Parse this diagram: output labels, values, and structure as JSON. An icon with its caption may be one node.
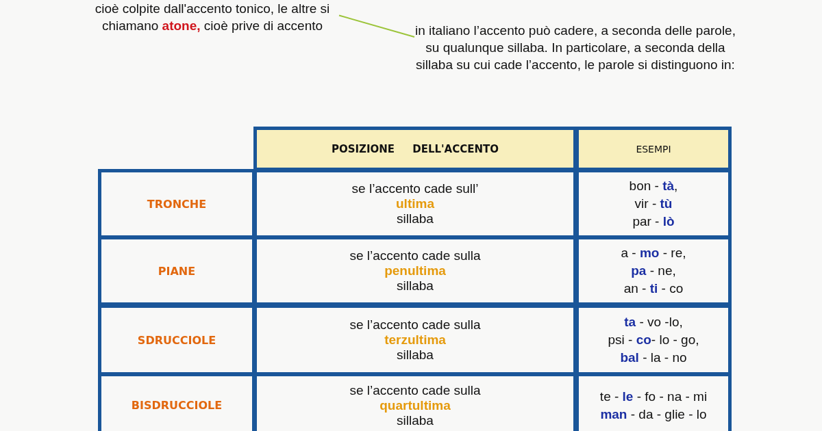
{
  "diagram": {
    "nodes": [
      {
        "text": [
          "cioè colpite dall'accento tonico, le altre si chiamano **atone,** cioè prive di accento"
        ]
      },
      {
        "text": [
          "in italiano l’accento può cadere, a seconda delle parole, su qualunque sillaba. In particolare, a seconda della sillaba su cui cade l’accento, le parole si distinguono in:"
        ]
      }
    ],
    "edges": [
      {
        "from": 0,
        "to": 1,
        "arrow": "none"
      }
    ],
    "labels": [
      "POSIZIONE     DELL'ACCENTO",
      "ESEMPI",
      "TRONCHE",
      "se l’accento cade sull’ **ultima** sillaba",
      "bon - **tà**,",
      "vir - **tù**",
      "par - **lò**",
      "PIANE",
      "se l’accento cade sulla **penultima** sillaba",
      "a - **mo** - re,",
      "**pa** - ne,",
      "an - **ti** - co",
      "SDRUCCIOLE",
      "se l’accento cade sulla **terzultima** sillaba",
      "**ta** - vo -lo,",
      "psi - **co**- lo - go,",
      "**bal** - la - no",
      "BISDRUCCIOLE",
      "se l’accento cade sulla **quartultima** sillaba",
      "te - **le** - fo - na - mi",
      "**man** - da - glie - lo"
    ]
  }
}
